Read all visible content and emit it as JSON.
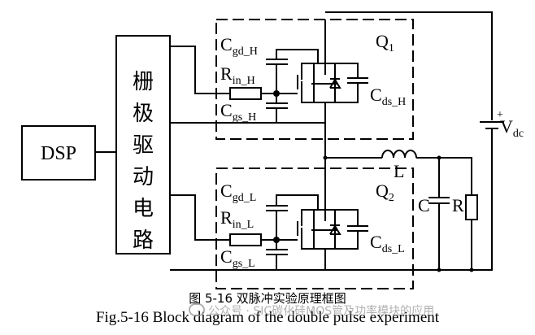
{
  "blocks": {
    "dsp": "DSP",
    "gate_driver_chars": [
      "栅",
      "极",
      "驱",
      "动",
      "电",
      "路"
    ]
  },
  "labels": {
    "q1": "Q",
    "q1_sub": "1",
    "q2": "Q",
    "q2_sub": "2",
    "cgd_h": "C",
    "cgd_h_sub": "gd_H",
    "rin_h": "R",
    "rin_h_sub": "in_H",
    "cgs_h": "C",
    "cgs_h_sub": "gs_H",
    "cds_h": "C",
    "cds_h_sub": "ds_H",
    "cgd_l": "C",
    "cgd_l_sub": "gd_L",
    "rin_l": "R",
    "rin_l_sub": "in_L",
    "cgs_l": "C",
    "cgs_l_sub": "gs_L",
    "cds_l": "C",
    "cds_l_sub": "ds_L",
    "vdc": "V",
    "vdc_sub": "dc",
    "inductor": "L",
    "cap": "C",
    "res": "R"
  },
  "caption": {
    "chinese": "图 5-16 双脉冲实验原理框图",
    "english": "Fig.5-16 Block diagram of the double pulse experiment"
  },
  "watermark": "公众号 · SIC碳化硅MOS管及功率模块的应用"
}
